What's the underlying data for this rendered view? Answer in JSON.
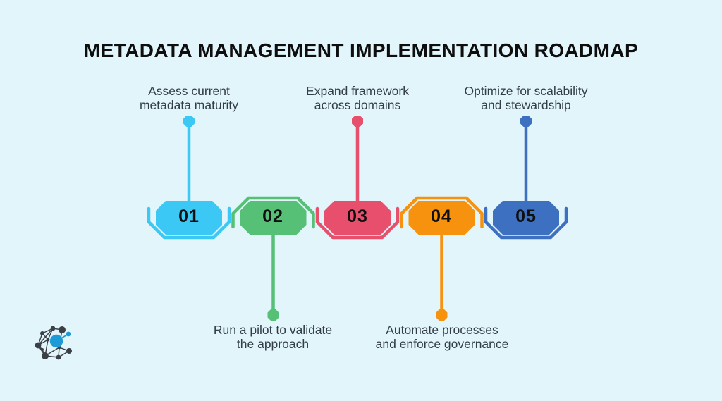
{
  "title": "METADATA MANAGEMENT IMPLEMENTATION ROADMAP",
  "colors": {
    "background": "#e1f5fb",
    "title_text": "#0e0e0e",
    "label_text": "#333d47",
    "number_text": "#0f0f0f"
  },
  "steps": [
    {
      "number": "01",
      "color": "#3cc8f4",
      "label_line1": "Assess current",
      "label_line2": "metadata maturity",
      "label_position": "above"
    },
    {
      "number": "02",
      "color": "#57c077",
      "label_line1": "Run a pilot to validate",
      "label_line2": "the approach",
      "label_position": "below"
    },
    {
      "number": "03",
      "color": "#e84f6d",
      "label_line1": "Expand framework",
      "label_line2": "across domains",
      "label_position": "above"
    },
    {
      "number": "04",
      "color": "#f7920f",
      "label_line1": "Automate processes",
      "label_line2": "and enforce governance",
      "label_position": "below"
    },
    {
      "number": "05",
      "color": "#3e70c1",
      "label_line1": "Optimize for scalability",
      "label_line2": "and stewardship",
      "label_position": "above"
    }
  ],
  "logo": {
    "name": "network-graph-logo",
    "node_color": "#3a4046",
    "accent_color": "#1e9bd7"
  }
}
